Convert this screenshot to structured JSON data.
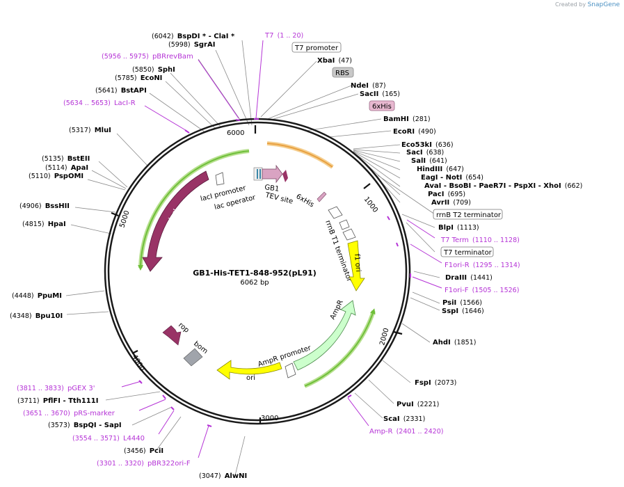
{
  "brand": {
    "prefix": "Created by",
    "name": "SnapGene"
  },
  "plasmid": {
    "name": "GB1-His-TET1-848-952(pL91)",
    "length_label": "6062 bp",
    "length": 6062
  },
  "ruler": [
    "1000",
    "2000",
    "3000",
    "4000",
    "5000",
    "6000"
  ],
  "enzymes": [
    {
      "name": "BspDI * - ClaI *",
      "pos": "(6042)"
    },
    {
      "name": "SgrAI",
      "pos": "(5998)"
    },
    {
      "name": "SphI",
      "pos": "(5850)"
    },
    {
      "name": "EcoNI",
      "pos": "(5785)"
    },
    {
      "name": "BstAPI",
      "pos": "(5641)"
    },
    {
      "name": "MluI",
      "pos": "(5317)"
    },
    {
      "name": "BstEII",
      "pos": "(5135)"
    },
    {
      "name": "ApaI",
      "pos": "(5114)"
    },
    {
      "name": "PspOMI",
      "pos": "(5110)"
    },
    {
      "name": "BssHII",
      "pos": "(4906)"
    },
    {
      "name": "HpaI",
      "pos": "(4815)"
    },
    {
      "name": "PpuMI",
      "pos": "(4448)"
    },
    {
      "name": "Bpu10I",
      "pos": "(4348)"
    },
    {
      "name": "PflFI - Tth111I",
      "pos": "(3711)"
    },
    {
      "name": "BspQI - SapI",
      "pos": "(3573)"
    },
    {
      "name": "PciI",
      "pos": "(3456)"
    },
    {
      "name": "AlwNI",
      "pos": "(3047)"
    },
    {
      "name": "XbaI",
      "pos": "(47)"
    },
    {
      "name": "NdeI",
      "pos": "(87)"
    },
    {
      "name": "SacII",
      "pos": "(165)"
    },
    {
      "name": "BamHI",
      "pos": "(281)"
    },
    {
      "name": "EcoRI",
      "pos": "(490)"
    },
    {
      "name": "Eco53kI",
      "pos": "(636)"
    },
    {
      "name": "SacI",
      "pos": "(638)"
    },
    {
      "name": "SalI",
      "pos": "(641)"
    },
    {
      "name": "HindIII",
      "pos": "(647)"
    },
    {
      "name": "EagI - NotI",
      "pos": "(654)"
    },
    {
      "name": "AvaI - BsoBI - PaeR7I - PspXI - XhoI",
      "pos": "(662)"
    },
    {
      "name": "PacI",
      "pos": "(695)"
    },
    {
      "name": "AvrII",
      "pos": "(709)"
    },
    {
      "name": "BlpI",
      "pos": "(1113)"
    },
    {
      "name": "DraIII",
      "pos": "(1441)"
    },
    {
      "name": "PsiI",
      "pos": "(1566)"
    },
    {
      "name": "SspI",
      "pos": "(1646)"
    },
    {
      "name": "AhdI",
      "pos": "(1851)"
    },
    {
      "name": "FspI",
      "pos": "(2073)"
    },
    {
      "name": "PvuI",
      "pos": "(2221)"
    },
    {
      "name": "ScaI",
      "pos": "(2331)"
    }
  ],
  "primers": [
    {
      "name": "T7",
      "pos": "(1 .. 20)"
    },
    {
      "name": "pBRrevBam",
      "pos": "(5956 .. 5975)"
    },
    {
      "name": "LacI-R",
      "pos": "(5634 .. 5653)"
    },
    {
      "name": "T7 Term",
      "pos": "(1110 .. 1128)"
    },
    {
      "name": "F1ori-R",
      "pos": "(1295 .. 1314)"
    },
    {
      "name": "F1ori-F",
      "pos": "(1505 .. 1526)"
    },
    {
      "name": "Amp-R",
      "pos": "(2401 .. 2420)"
    },
    {
      "name": "pGEX 3'",
      "pos": "(3811 .. 3833)"
    },
    {
      "name": "pRS-marker",
      "pos": "(3651 .. 3670)"
    },
    {
      "name": "L4440",
      "pos": "(3554 .. 3571)"
    },
    {
      "name": "pBR322ori-F",
      "pos": "(3301 .. 3320)"
    }
  ],
  "boxed_features": [
    "T7 promoter",
    "RBS",
    "6xHis",
    "rrnB T2 terminator",
    "T7 terminator"
  ],
  "features": [
    "lacI",
    "lacI promoter",
    "lac operator",
    "GB1",
    "TEV site",
    "6xHis",
    "rrnB T1 terminator",
    "f1 ori",
    "AmpR",
    "AmpR promoter",
    "ori",
    "rop",
    "bom"
  ],
  "colors": {
    "lacI": "#993366",
    "GB1": "#d9a3c2",
    "f1ori": "#ffff00",
    "AmpR": "#ccffcc",
    "ori": "#ffff00",
    "rop": "#993366",
    "bom": "#a0a4ab",
    "orf_green": "#6fbf3a",
    "orf_orange": "#e8a040",
    "primer": "#b533d6"
  }
}
